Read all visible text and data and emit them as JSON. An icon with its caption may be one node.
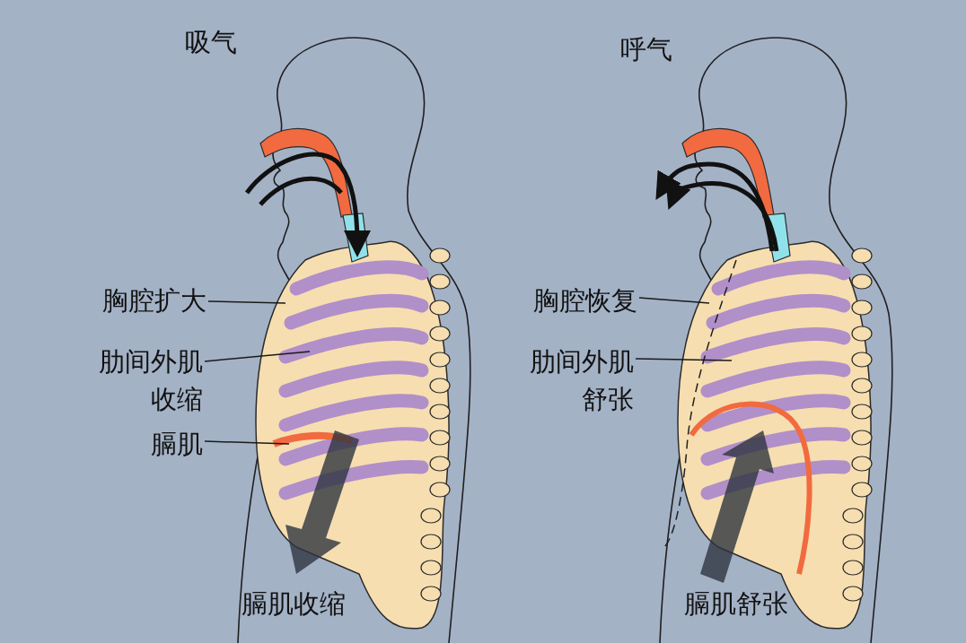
{
  "diagram": {
    "nodes": [
      {
        "text": [
          "胸腔扩大"
        ]
      },
      {
        "text": [
          "肋间外肌收缩"
        ]
      },
      {
        "text": [
          "膈肌"
        ]
      },
      {
        "text": [
          "胸腔恢复"
        ]
      },
      {
        "text": [
          "肋间外肌舒张"
        ]
      }
    ],
    "edges": [
      {
        "from": 0,
        "to": null,
        "arrow": "none"
      },
      {
        "from": 1,
        "to": null,
        "arrow": "none"
      },
      {
        "from": 2,
        "to": null,
        "arrow": "none"
      },
      {
        "from": 3,
        "to": null,
        "arrow": "none"
      },
      {
        "from": 4,
        "to": null,
        "arrow": "none"
      }
    ],
    "labels": [
      "吸气",
      "呼气",
      "膈肌收缩",
      "膈肌舒张"
    ]
  }
}
